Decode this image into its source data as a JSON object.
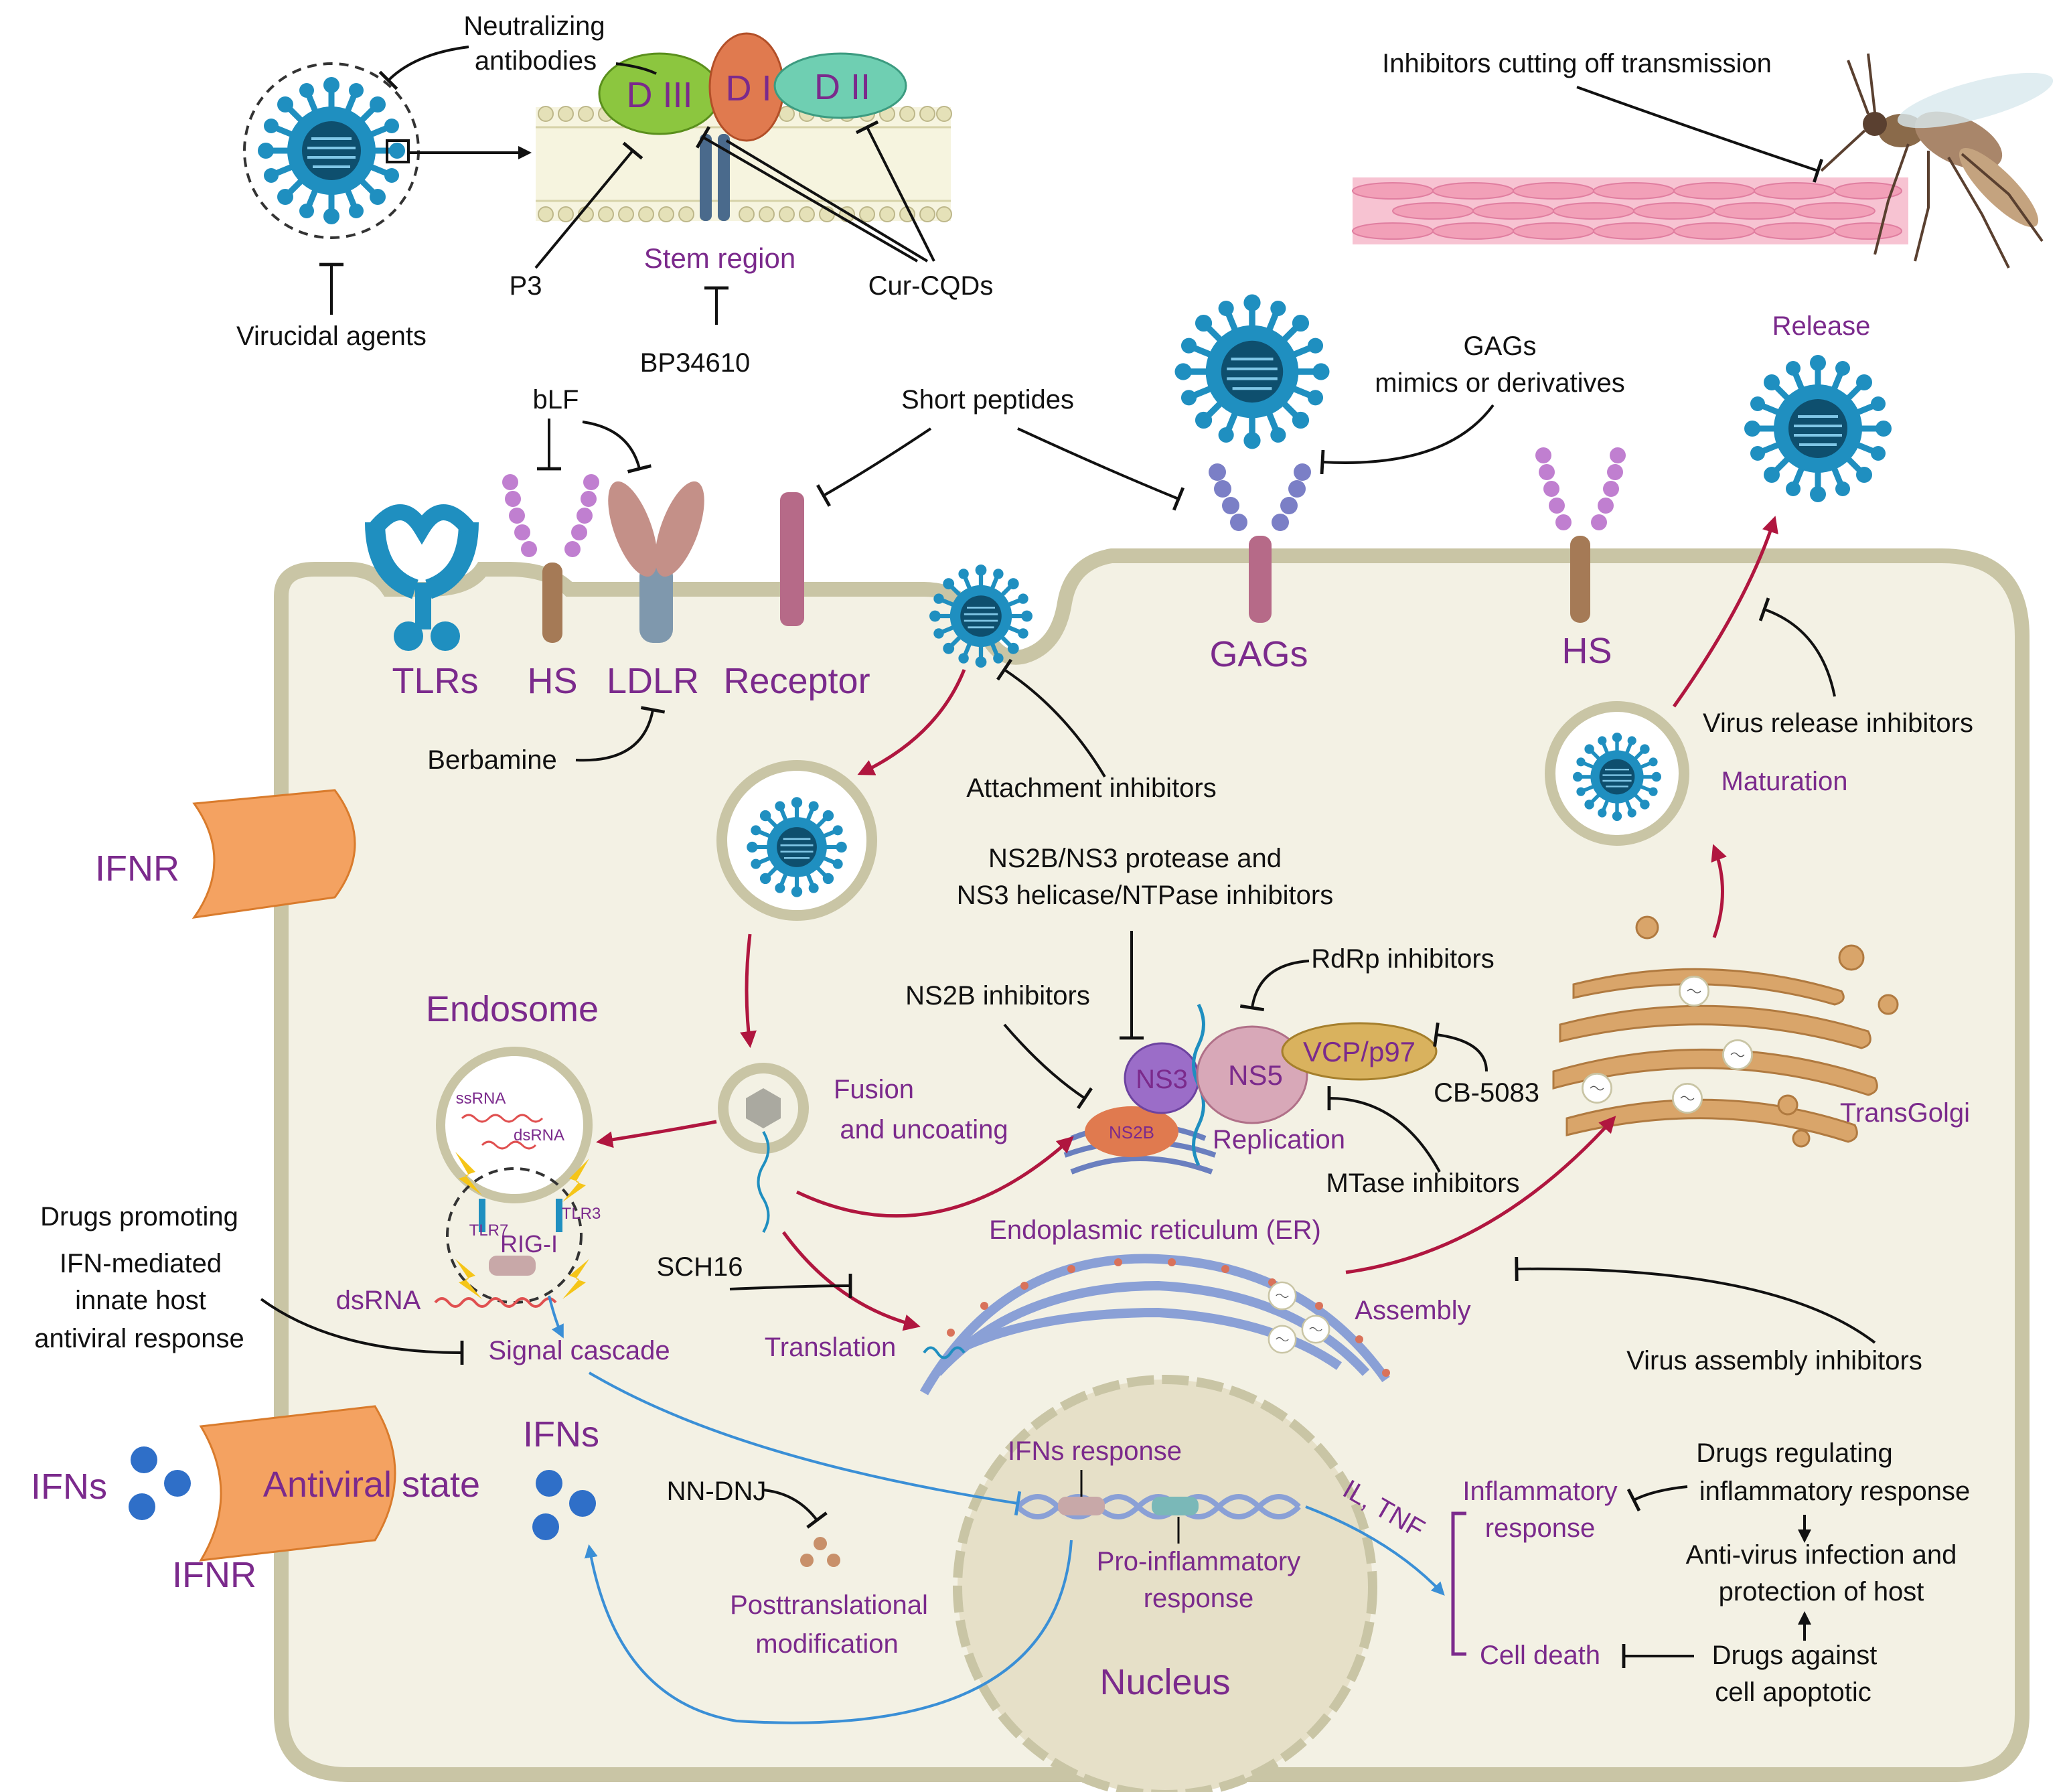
{
  "colors": {
    "virus": "#1f8fc0",
    "virus_core": "#0e4f6e",
    "cell_membrane": "#c9c5a5",
    "cell_fill": "#f3f1e4",
    "label_purple": "#7b2a8c",
    "arrow_red": "#b0163f",
    "arrow_blue": "#3a8fd6",
    "ifnr": "#f4a261",
    "golgi": "#d9a56a",
    "er": "#8aa0d6",
    "muscle": "#f2a0b8",
    "nucleus": "#e6e0c8"
  },
  "labels": {
    "neutralizing": "Neutralizing",
    "antibodies": "antibodies",
    "d3": "D III",
    "d1": "D I",
    "d2": "D II",
    "stem_region": "Stem region",
    "p3": "P3",
    "cur_cqds": "Cur-CQDs",
    "virucidal": "Virucidal agents",
    "bp34610": "BP34610",
    "inhibitors_transmission": "Inhibitors cutting off transmission",
    "blf": "bLF",
    "short_peptides": "Short peptides",
    "gags_mimics_1": "GAGs",
    "gags_mimics_2": "mimics or derivatives",
    "release": "Release",
    "tlrs": "TLRs",
    "hs": "HS",
    "ldlr": "LDLR",
    "receptor": "Receptor",
    "gags": "GAGs",
    "hs2": "HS",
    "berbamine": "Berbamine",
    "attachment_inhibitors": "Attachment inhibitors",
    "virus_release_inhibitors": "Virus release inhibitors",
    "maturation": "Maturation",
    "ifnr_top": "IFNR",
    "ns2b_ns3_1": "NS2B/NS3 protease and",
    "ns2b_ns3_2": "NS3 helicase/NTPase inhibitors",
    "rdrp_inhibitors": "RdRp inhibitors",
    "endosome": "Endosome",
    "ns2b_inhibitors": "NS2B inhibitors",
    "ns3": "NS3",
    "ns5": "NS5",
    "vcp": "VCP/p97",
    "ns2b": "NS2B",
    "cb5083": "CB-5083",
    "ssrna": "ssRNA",
    "dsrna_small": "dsRNA",
    "fusion": "Fusion",
    "and_uncoating": "and uncoating",
    "replication": "Replication",
    "mtase": "MTase inhibitors",
    "transgolgi": "TransGolgi",
    "tlr7": "TLR7",
    "tlr3": "TLR3",
    "rigi": "RIG-I",
    "drugs_promoting_1": "Drugs promoting",
    "drugs_promoting_2": "IFN-mediated",
    "drugs_promoting_3": "innate host",
    "drugs_promoting_4": "antiviral response",
    "dsrna": "dsRNA",
    "sch16": "SCH16",
    "er": "Endoplasmic reticulum (ER)",
    "assembly": "Assembly",
    "signal_cascade": "Signal cascade",
    "translation": "Translation",
    "virus_assembly_inhibitors": "Virus assembly inhibitors",
    "ifns_left": "IFNs",
    "antiviral_state": "Antiviral state",
    "ifnr_bottom": "IFNR",
    "ifns_mid": "IFNs",
    "ifns_response": "IFNs response",
    "il_tnf": "IL, TNF",
    "nn_dnj": "NN-DNJ",
    "inflammatory_1": "Inflammatory",
    "inflammatory_2": "response",
    "drugs_regulating_1": "Drugs regulating",
    "drugs_regulating_2": "inflammatory response",
    "anti_virus_1": "Anti-virus infection and",
    "anti_virus_2": "protection of host",
    "pro_inflammatory_1": "Pro-inflammatory",
    "pro_inflammatory_2": "response",
    "posttranslational_1": "Posttranslational",
    "posttranslational_2": "modification",
    "cell_death": "Cell death",
    "drugs_against_1": "Drugs against",
    "drugs_against_2": "cell apoptotic",
    "nucleus": "Nucleus"
  }
}
